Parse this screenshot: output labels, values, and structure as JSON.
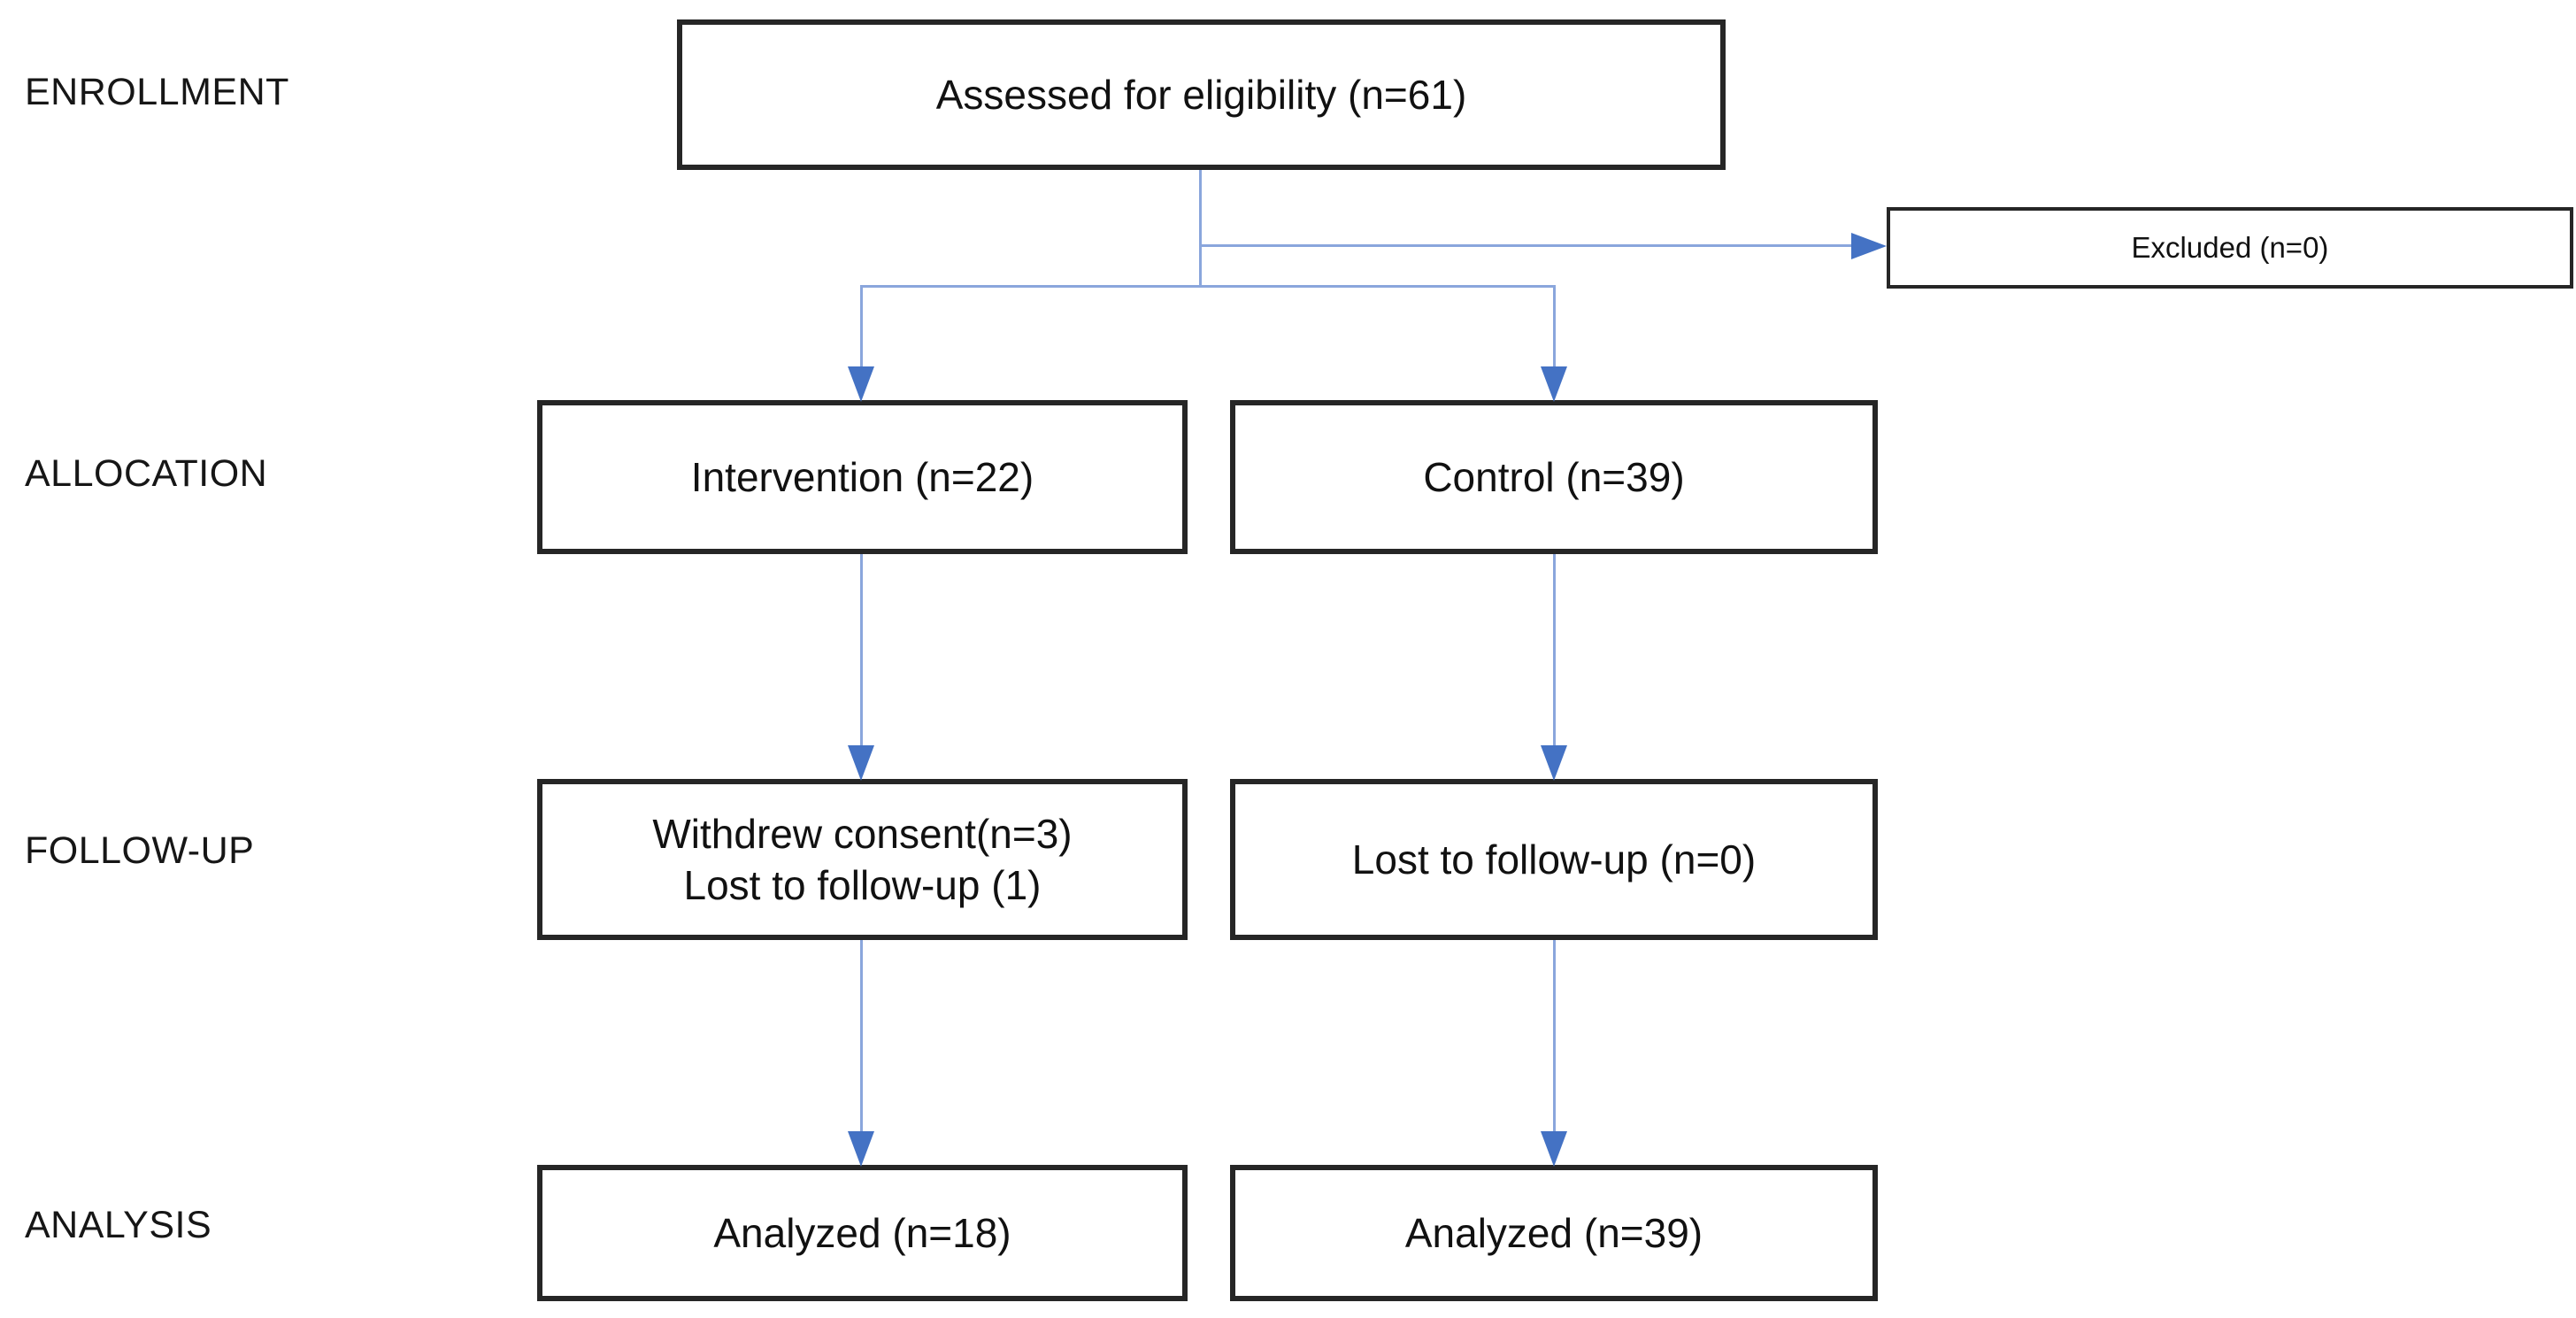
{
  "stages": [
    {
      "label": "ENROLLMENT"
    },
    {
      "label": "ALLOCATION"
    },
    {
      "label": "FOLLOW-UP"
    },
    {
      "label": "ANALYSIS"
    }
  ],
  "boxes": {
    "assessed": {
      "text": "Assessed for eligibility (n=61)"
    },
    "excluded": {
      "text": "Excluded (n=0)"
    },
    "intervention": {
      "text": "Intervention (n=22)"
    },
    "control": {
      "text": "Control (n=39)"
    },
    "followup_intervention": {
      "line1": "Withdrew consent(n=3)",
      "line2": "Lost to follow-up (1)"
    },
    "followup_control": {
      "text": "Lost to follow-up (n=0)"
    },
    "analyzed_intervention": {
      "text": "Analyzed (n=18)"
    },
    "analyzed_control": {
      "text": "Analyzed (n=39)"
    }
  },
  "colors": {
    "connector_line": "#8AA6DC",
    "arrowhead": "#4472C4",
    "box_border": "#262626",
    "text": "#161616",
    "background": "#ffffff"
  }
}
